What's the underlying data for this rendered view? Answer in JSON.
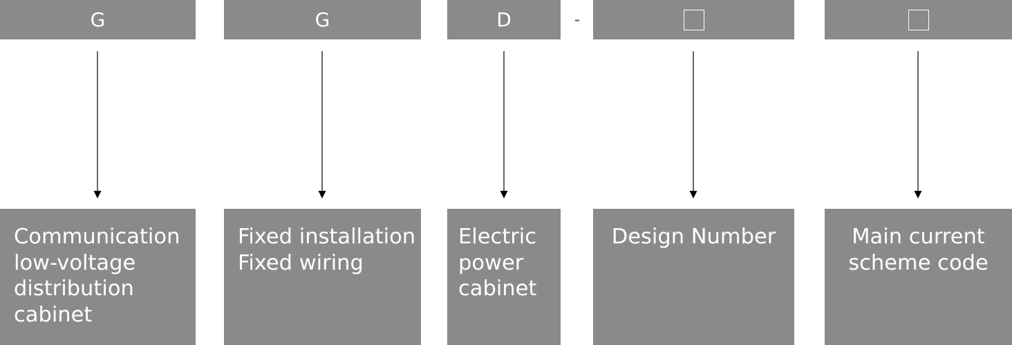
{
  "codes": [
    {
      "label": "G",
      "type": "letter"
    },
    {
      "label": "G",
      "type": "letter"
    },
    {
      "label": "D",
      "type": "letter"
    },
    {
      "label": "",
      "type": "placeholder-box"
    },
    {
      "label": "",
      "type": "placeholder-box"
    }
  ],
  "separator": "-",
  "descriptions": [
    {
      "lines": [
        "Communication",
        "low-voltage",
        "distribution",
        "cabinet"
      ]
    },
    {
      "lines": [
        "Fixed installation",
        "Fixed wiring"
      ]
    },
    {
      "lines": [
        "Electric",
        "power",
        "cabinet"
      ]
    },
    {
      "lines": [
        "Design Number"
      ]
    },
    {
      "lines": [
        "Main current",
        "scheme code"
      ]
    }
  ],
  "colors": {
    "box_fill": "#8a8a8a",
    "text": "#ffffff",
    "arrow": "#000000"
  }
}
